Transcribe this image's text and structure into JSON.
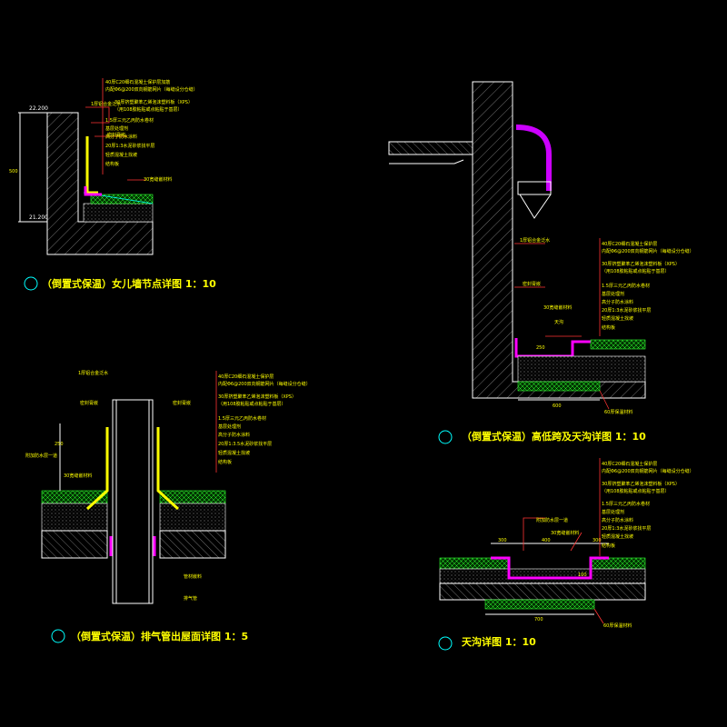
{
  "detail_1": {
    "title": "（倒置式保温）女儿墙节点详图 1：10",
    "elev_top": "22.200",
    "elev_bottom": "21.200",
    "dim_height": "500",
    "label_aluminium": "1厚铝合金泛水",
    "label_seal": "密封膏嵌",
    "label_sealing_material": "30宽缝嵌材料",
    "notes": [
      "40厚C20细石混凝土保护层加筋",
      "内配Φ6@200双向钢筋网片（每缝设分仓缝）",
      "30厚挤塑聚苯乙烯泡沫塑料板（XPS）",
      "（用108胶粘贴或点粘贴于基层）",
      "1.5厚三元乙丙防水卷材",
      "基层处理剂",
      "高分子防水涂料",
      "20厚1:3水泥砂浆找平层",
      "轻质混凝土找坡",
      "结构板"
    ]
  },
  "detail_2": {
    "title": "（倒置式保温）高低跨及天沟详图 1：10",
    "label_aluminium": "1厚铝合金泛水",
    "label_seal": "密封膏嵌",
    "label_sealing_material": "30宽缝嵌材料",
    "label_gutter": "天沟",
    "label_insulation": "60厚保温材料",
    "dim_600": "600",
    "dim_250": "250",
    "notes": [
      "40厚C20细石混凝土保护层",
      "内配Φ6@200双向钢筋网片（每缝设分仓缝）",
      "30厚挤塑聚苯乙烯泡沫塑料板（XPS）",
      "（用108胶粘贴或点粘贴于基层）",
      "1.5厚三元乙丙防水卷材",
      "基层处理剂",
      "高分子防水涂料",
      "20厚1:3水泥砂浆找平层",
      "轻质混凝土找坡",
      "结构板"
    ]
  },
  "detail_3": {
    "title": "（倒置式保温）排气管出屋面详图 1：5",
    "label_aluminium": "1厚铝合金泛水",
    "label_seal_left": "密封膏嵌",
    "label_seal_right": "密封膏嵌",
    "label_additional": "附加防水层一道",
    "label_sealing_material": "30宽缝嵌材料",
    "label_pipe_wrap": "管材嵌料",
    "label_vent_pipe": "排气管",
    "dim_side": "250",
    "notes": [
      "40厚C20细石混凝土保护层",
      "内配Φ6@200双向钢筋网片（每缝设分仓缝）",
      "30厚挤塑聚苯乙烯泡沫塑料板（XPS）",
      "（用108胶粘贴或点粘贴于基层）",
      "1.5厚三元乙丙防水卷材",
      "基层处理剂",
      "高分子防水涂料",
      "20厚1:3.5水泥砂浆找平层",
      "轻质混凝土找坡",
      "结构板"
    ]
  },
  "detail_4": {
    "title": "天沟详图 1：10",
    "label_additional": "附加防水层一道",
    "label_sealing_material": "30宽缝嵌材料",
    "label_insulation": "60厚保温材料",
    "dim_300_left": "300",
    "dim_center": "400",
    "dim_300_right": "300",
    "dim_100": "100",
    "dim_700": "700",
    "notes": [
      "40厚C20细石混凝土保护层",
      "内配Φ6@200双向钢筋网片（每缝设分仓缝）",
      "30厚挤塑聚苯乙烯泡沫塑料板（XPS）",
      "（用108胶粘贴或点粘贴于基层）",
      "1.5厚三元乙丙防水卷材",
      "基层处理剂",
      "高分子防水涂料",
      "20厚1:3水泥砂浆找平层",
      "轻质混凝土找坡",
      "结构板"
    ]
  },
  "colors": {
    "background": "#000000",
    "title": "#ffff00",
    "membrane": "#ff00ff",
    "insulation": "#33ff33",
    "leader": "#ff3333",
    "structure": "#ffffff"
  }
}
